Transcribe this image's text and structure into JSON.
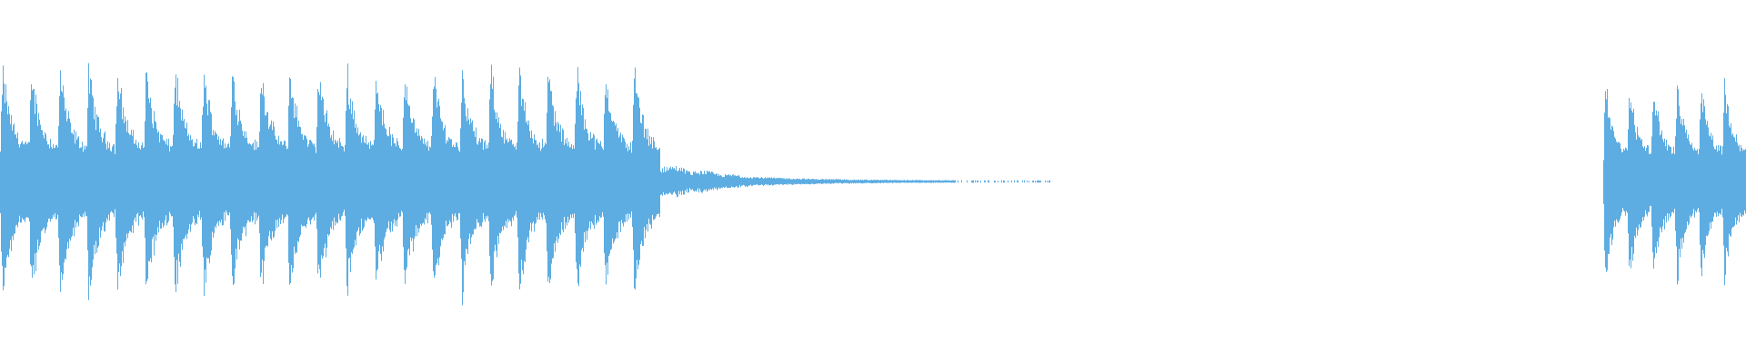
{
  "waveform": {
    "color": "#5dade2",
    "background": "#ffffff",
    "segments": [
      {
        "name": "segment-1",
        "start_fraction": 0.0,
        "end_fraction": 0.378,
        "peak_amplitude": 0.9,
        "description_beats": 23
      },
      {
        "name": "segment-2",
        "start_fraction": 0.918,
        "end_fraction": 1.0,
        "peak_amplitude": 0.78,
        "description_beats": 6
      }
    ],
    "tail": {
      "start_fraction": 0.378,
      "end_fraction": 0.603
    }
  }
}
